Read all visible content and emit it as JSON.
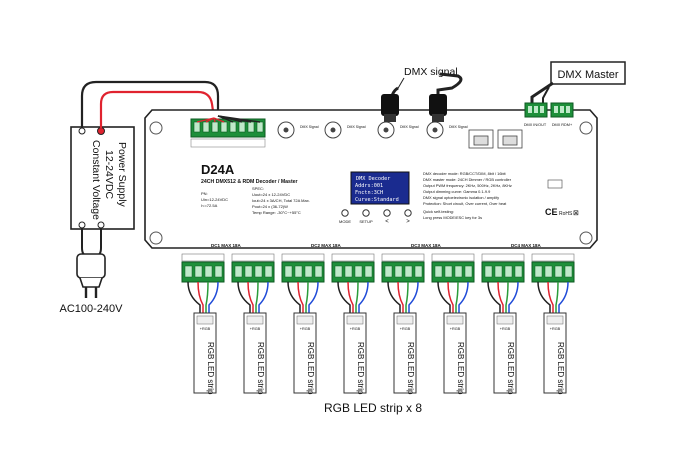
{
  "power_supply": {
    "line1": "Power Supply",
    "line2": "12-24VDC",
    "line3": "Constant Voltage",
    "input_label": "AC100-240V"
  },
  "dmx": {
    "signal_label": "DMX signal",
    "master_label": "DMX Master",
    "in_label": "DMX IN/OUT",
    "rdm_label": "DMX RDM+"
  },
  "device": {
    "model": "D24A",
    "subtitle": "24CH DMX512 & RDM Decoder / Master",
    "spec_left": [
      "PN:",
      "Uin=12-24VDC",
      "I<=72.5A"
    ],
    "spec_right": [
      "SPEC:",
      "Uout=24 x 12-24VDC",
      "Iout=24 x 3A/CH, Total 72A Max.",
      "Pout=24 x (36-72)W",
      "Temp Range: -30°C~+55°C"
    ],
    "display_lines": [
      "DMX Decoder",
      "Addrs:001",
      "Fnctn:3CH",
      "Curve:Standard"
    ],
    "buttons": [
      "MODE",
      "SETUP",
      "<",
      ">"
    ],
    "features": [
      "DMX decoder mode: RGB/CCT/DIM, 8bit / 16bit",
      "DMX master mode: 24CH Dimmer / RGB controller",
      "Output PWM frequency: 2KHz, 500Hz, 2KHz, 8KHz",
      "Output dimming curve: Gamma 0.1-9.9",
      "DMX signal optoelectronic isolation / amplify",
      "Protection: Short circuit, Over current, Over heat"
    ],
    "quick_tip": [
      "Quick self-testing:",
      "Long press MODE/ESC key for 3s"
    ],
    "output_groups": [
      "DC1 MAX 18A",
      "DC2 MAX 18A",
      "DC3 MAX 18A",
      "DC4 MAX 18A"
    ],
    "bottom_caption": "RGB LED strip x 8"
  },
  "strips": {
    "label": "RGB LED strip",
    "pin_label": "+RGB",
    "count": 8
  }
}
